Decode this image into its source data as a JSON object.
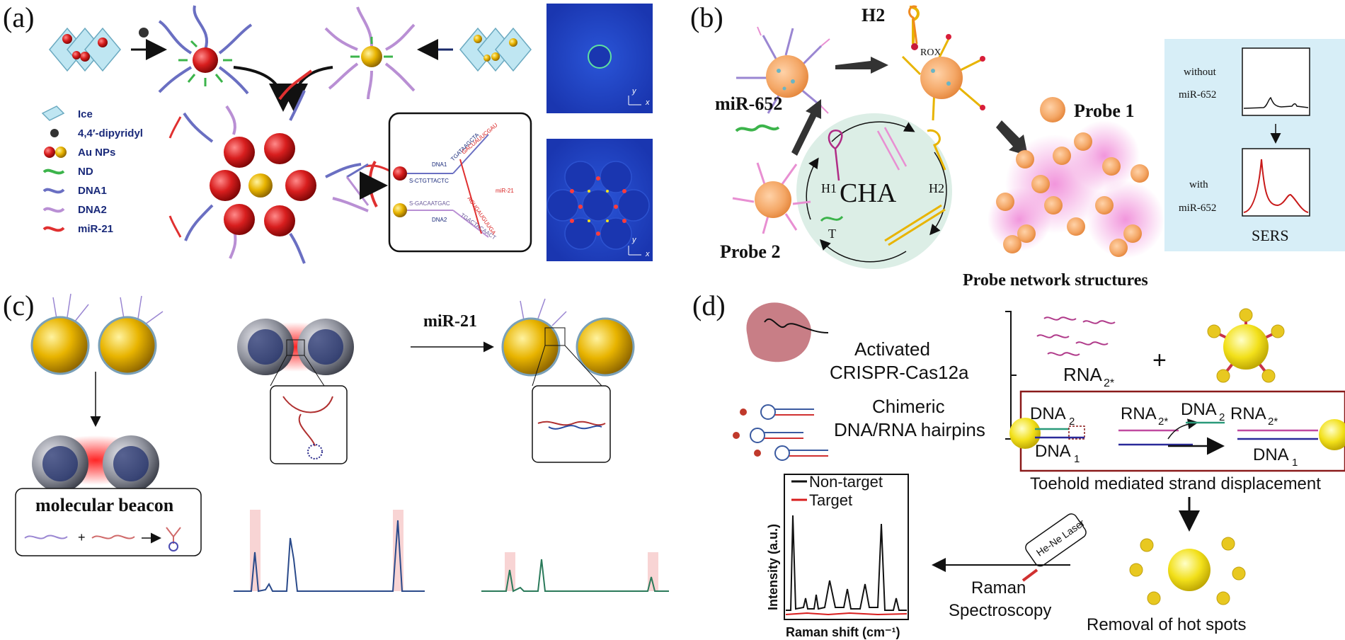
{
  "panels": {
    "a": {
      "label": "(a)",
      "legend": [
        "Ice",
        "4,4′-dipyridyl",
        "Au NPs",
        "ND",
        "DNA1",
        "DNA2",
        "miR-21"
      ],
      "seq": {
        "dna1": "DNA1",
        "dna2": "DNA2",
        "mir": "miR-21",
        "s1": "S-CTGTTACTC",
        "s1b": "TGATAAGCTA",
        "s2": "S-GACAATGAC",
        "s2b": "TGACTACAACT",
        "m1": "GACUAUUCGAU",
        "m2": "ACUGAUGUUGA"
      },
      "axis_y": "y",
      "axis_x": "x"
    },
    "b": {
      "label": "(b)",
      "h2_top": "H2",
      "rox": "ROX",
      "mir": "miR-652",
      "probe1": "Probe 1",
      "probe2": "Probe 2",
      "cha": "CHA",
      "h1": "H1",
      "h2": "H2",
      "t": "T",
      "network": "Probe network structures",
      "without": "without",
      "with": "with",
      "mir_small": "miR-652",
      "sers": "SERS"
    },
    "c": {
      "label": "(c)",
      "mir": "miR-21",
      "beacon": "molecular beacon",
      "plus": "+"
    },
    "d": {
      "label": "(d)",
      "activated": "Activated",
      "crispr": "CRISPR-Cas12a",
      "chimeric": "Chimeric",
      "hairpins": "DNA/RNA hairpins",
      "rna2": "RNA",
      "plus": "+",
      "dna2": "DNA",
      "dna1": "DNA",
      "toehold": "Toehold mediated strand displacement",
      "legend_non": "Non-target",
      "legend_target": "Target",
      "ylabel": "Intensity (a.u.)",
      "xlabel": "Raman shift (cm⁻¹)",
      "laser": "He-Ne Laser",
      "raman": "Raman",
      "spectroscopy": "Spectroscopy",
      "removal": "Removal of hot spots"
    }
  },
  "colors": {
    "gold": "#e8b400",
    "red_np": "#d81e1e",
    "orange_np": "#f4a766",
    "pink": "#e88fd2",
    "blue_dna": "#6a6fc2",
    "purple_dna": "#b98fd4",
    "green": "#3cb44b",
    "sers_bg": "#d7eef7",
    "cha_bg": "#dceee6",
    "field_bg": "#1f3fc4"
  }
}
